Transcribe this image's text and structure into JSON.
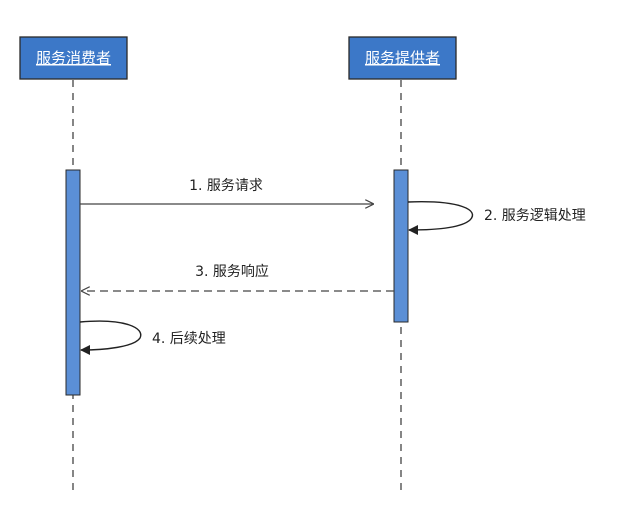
{
  "diagram": {
    "colors": {
      "actor_fill": "#3c78c8",
      "actor_border": "#2a2a2a",
      "activation_fill": "#5b8fd6",
      "activation_border": "#2a2a2a",
      "line": "#444444"
    },
    "participants": [
      {
        "label": "服务消费者"
      },
      {
        "label": "服务提供者"
      }
    ],
    "messages": [
      {
        "label": "1. 服务请求",
        "from": "consumer",
        "to": "provider",
        "style": "solid"
      },
      {
        "label": "2. 服务逻辑处理",
        "from": "provider",
        "to": "provider",
        "style": "self"
      },
      {
        "label": "3. 服务响应",
        "from": "provider",
        "to": "consumer",
        "style": "dashed"
      },
      {
        "label": "4. 后续处理",
        "from": "consumer",
        "to": "consumer",
        "style": "self"
      }
    ]
  }
}
